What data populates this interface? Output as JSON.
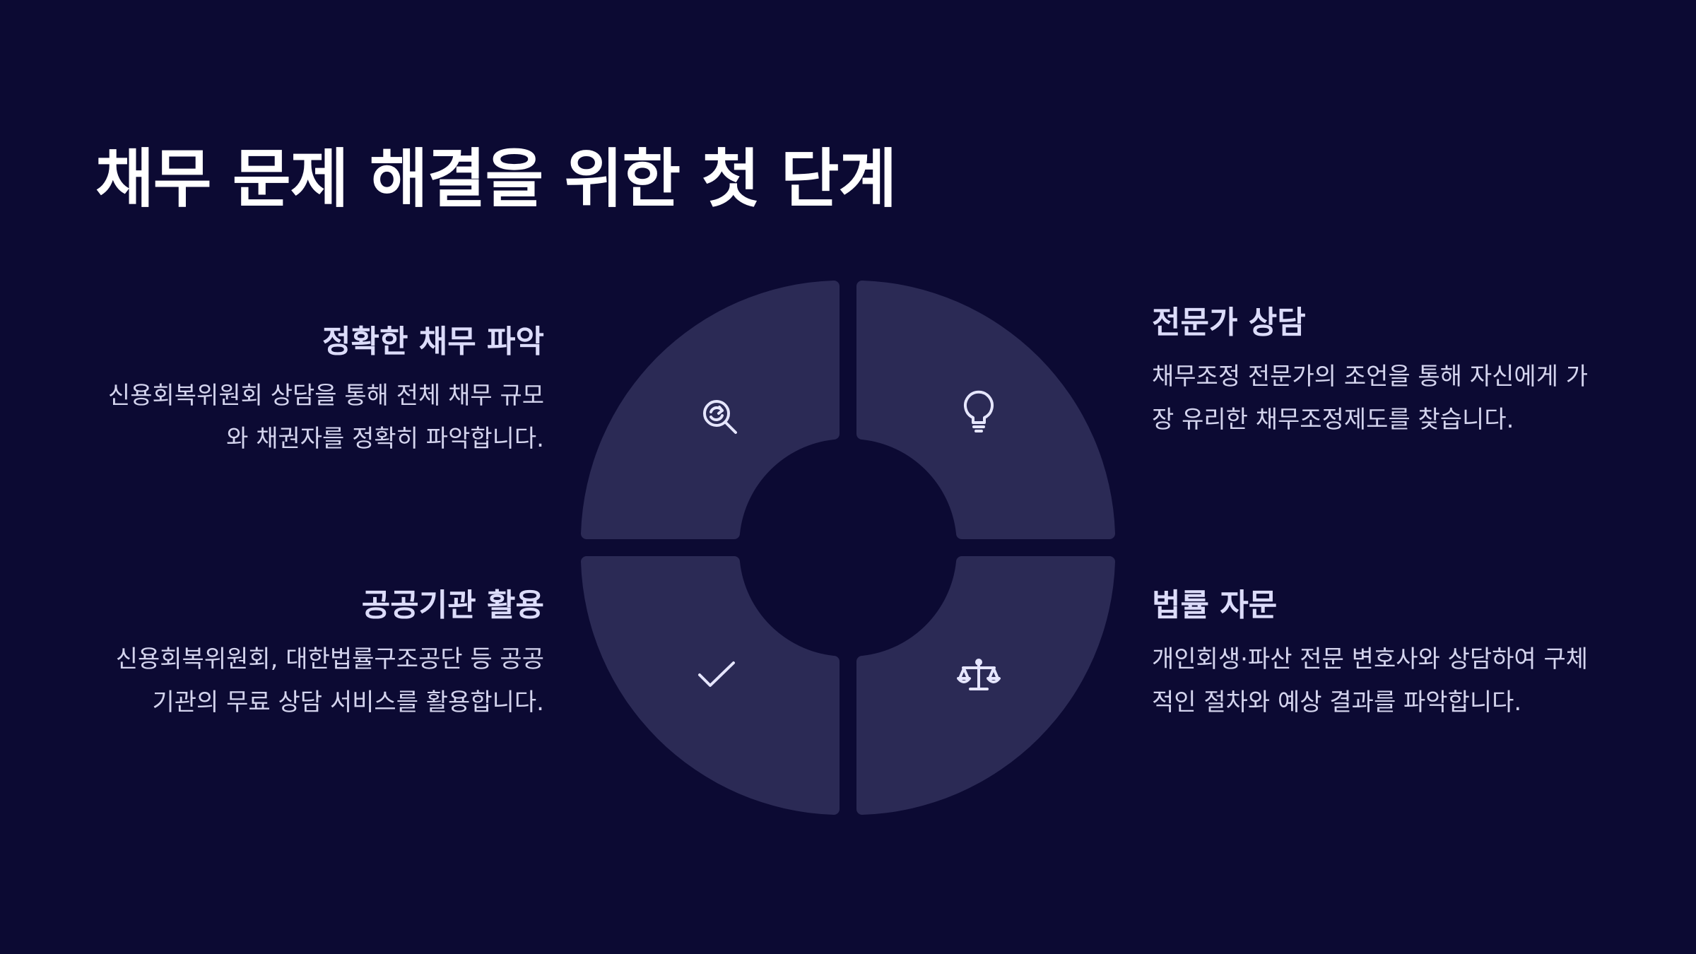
{
  "slide": {
    "title": "채무 문제 해결을 위한 첫 단계",
    "background_color": "#0c0a33",
    "segment_color": "#2b2a55",
    "text_color": "#d4d4ee"
  },
  "steps": {
    "top_left": {
      "heading": "정확한 채무 파악",
      "description": "신용회복위원회 상담을 통해 전체 채무 규모와 채권자를 정확히 파악합니다.",
      "icon": "search-icon"
    },
    "top_right": {
      "heading": "전문가 상담",
      "description": "채무조정 전문가의 조언을 통해 자신에게 가장 유리한 채무조정제도를 찾습니다.",
      "icon": "lightbulb-icon"
    },
    "bottom_left": {
      "heading": "공공기관 활용",
      "description": "신용회복위원회, 대한법률구조공단 등 공공기관의 무료 상담 서비스를 활용합니다.",
      "icon": "checkmark-icon"
    },
    "bottom_right": {
      "heading": "법률 자문",
      "description": "개인회생·파산 전문 변호사와 상담하여 구체적인 절차와 예상 결과를 파악합니다.",
      "icon": "scales-icon"
    }
  }
}
